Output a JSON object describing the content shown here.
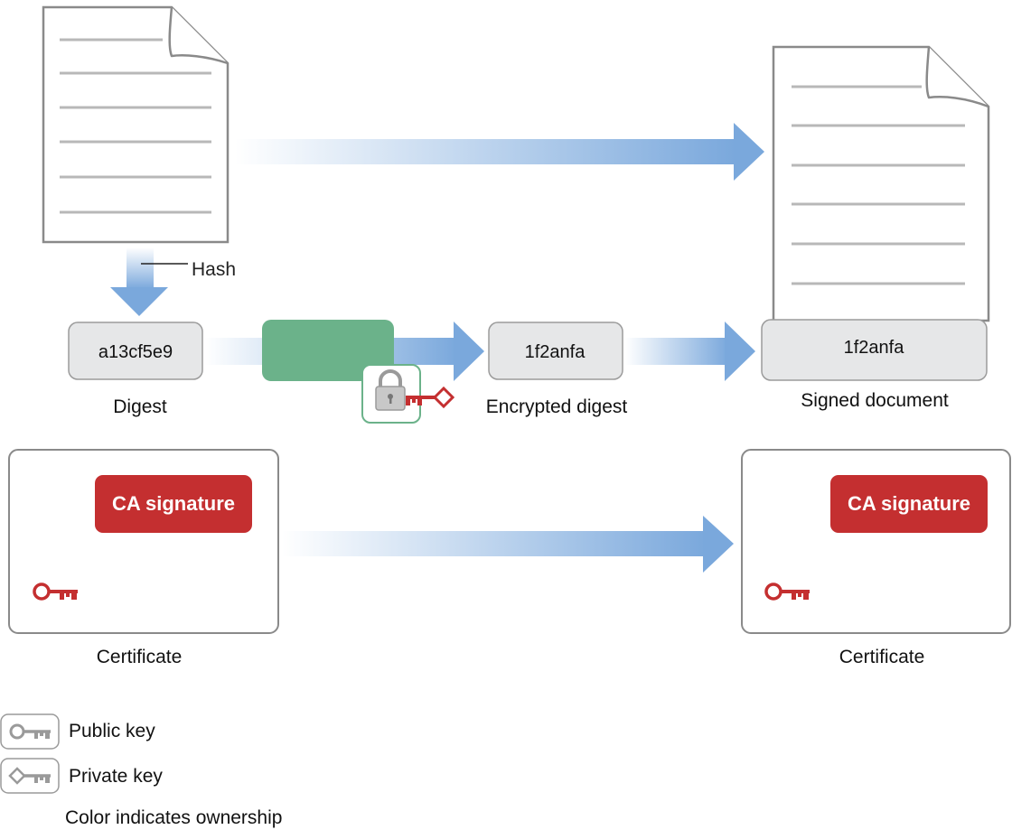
{
  "labels": {
    "hash": "Hash",
    "digest_value": "a13cf5e9",
    "digest": "Digest",
    "encrypted_value": "1f2anfa",
    "encrypted_digest": "Encrypted digest",
    "signed_value": "1f2anfa",
    "signed_document": "Signed document",
    "ca_signature_left": "CA signature",
    "ca_signature_right": "CA signature",
    "certificate_left": "Certificate",
    "certificate_right": "Certificate"
  },
  "legend": {
    "public_key": "Public key",
    "private_key": "Private key",
    "note": "Color indicates ownership"
  },
  "colors": {
    "arrow": "#7aa8dc",
    "encrypt_box": "#6bb28a",
    "lock_border": "#6bb28a",
    "ca_red": "#c42f30",
    "key_red": "#c42f30",
    "value_box_fill": "#e6e7e8",
    "value_box_stroke": "#9b9b9b",
    "doc_stroke": "#8a8a8a",
    "doc_line": "#b8b8b8",
    "legend_gray": "#9a9a9a"
  },
  "icons": [
    "document-icon",
    "lock-icon",
    "private-key-icon",
    "public-key-icon"
  ]
}
